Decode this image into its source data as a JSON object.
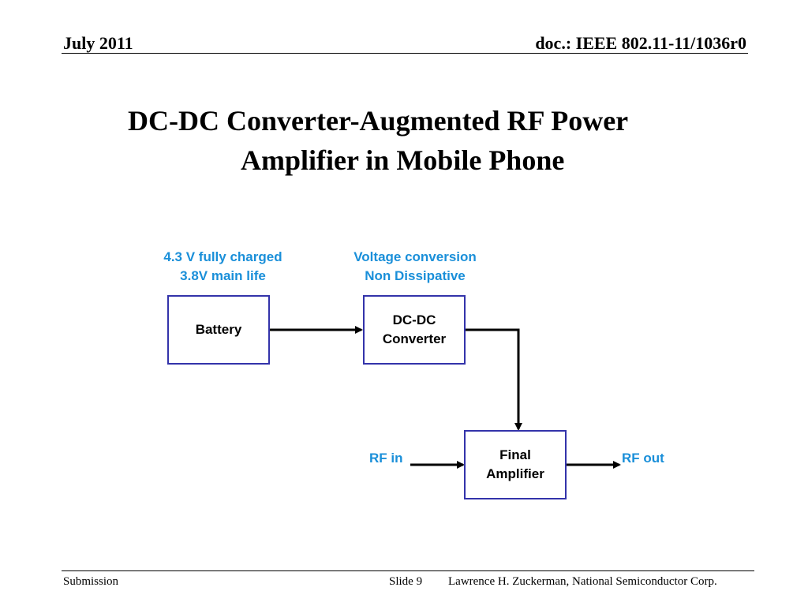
{
  "header": {
    "date": "July 2011",
    "doc": "doc.: IEEE 802.11-11/1036r0"
  },
  "title": {
    "line1": "DC-DC Converter-Augmented RF Power",
    "line2": "Amplifier in Mobile Phone"
  },
  "diagram": {
    "battery_note": [
      "4.3 V fully charged",
      "3.8V main life"
    ],
    "converter_note": [
      "Voltage conversion",
      "Non Dissipative"
    ],
    "battery_label": "Battery",
    "converter_label": [
      "DC-DC",
      "Converter"
    ],
    "amplifier_label": [
      "Final",
      "Amplifier"
    ],
    "rf_in": "RF in",
    "rf_out": "RF out",
    "colors": {
      "note_text": "#1a8fd9",
      "box_border": "#3333aa",
      "wire": "#000000"
    }
  },
  "footer": {
    "left": "Submission",
    "slide": "Slide 9",
    "author": "Lawrence H. Zuckerman, National Semiconductor Corp."
  }
}
